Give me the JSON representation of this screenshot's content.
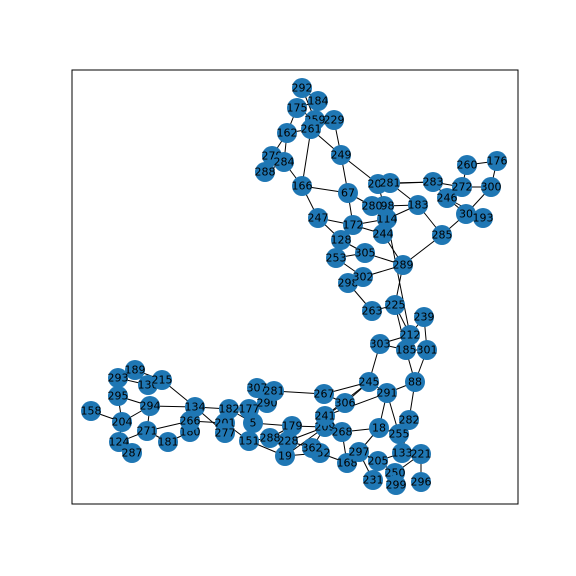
{
  "graph": {
    "node_color": "#1f77b4",
    "edge_color": "#000000",
    "nodes": [
      "292",
      "184",
      "175",
      "259",
      "229",
      "162",
      "261",
      "279",
      "284",
      "288",
      "249",
      "166",
      "67",
      "208",
      "281",
      "283",
      "260",
      "176",
      "272",
      "300",
      "246",
      "30",
      "193",
      "280",
      "198",
      "183",
      "247",
      "172",
      "114",
      "128",
      "244",
      "285",
      "305",
      "253",
      "289",
      "302",
      "298",
      "263",
      "225",
      "239",
      "212",
      "303",
      "185",
      "301",
      "189",
      "215",
      "293",
      "136",
      "295",
      "294",
      "158",
      "134",
      "307",
      "281b",
      "267",
      "245",
      "88",
      "182",
      "177",
      "290",
      "306",
      "204",
      "266",
      "180",
      "201",
      "291",
      "5",
      "241",
      "282",
      "124",
      "271",
      "181",
      "277",
      "151",
      "288b",
      "179",
      "228",
      "209",
      "268",
      "18",
      "255",
      "362",
      "252",
      "19",
      "297",
      "133",
      "221",
      "168",
      "205",
      "250",
      "231",
      "299",
      "296"
    ],
    "labels": {
      "292": "292",
      "184": "184",
      "175": "175",
      "259": "259",
      "229": "229",
      "162": "162",
      "261": "261",
      "279": "279",
      "284": "284",
      "288": "288",
      "249": "249",
      "166": "166",
      "67": "67",
      "208": "208",
      "281": "281",
      "283": "283",
      "260": "260",
      "176": "176",
      "272": "272",
      "300": "300",
      "246": "246",
      "30": "30",
      "193": "193",
      "280": "280",
      "198": "198",
      "183": "183",
      "247": "247",
      "172": "172",
      "114": "114",
      "128": "128",
      "244": "244",
      "285": "285",
      "305": "305",
      "253": "253",
      "289": "289",
      "302": "302",
      "298": "298",
      "263": "263",
      "225": "225",
      "239": "239",
      "212": "212",
      "303": "303",
      "185": "185",
      "301": "301",
      "189": "189",
      "215": "215",
      "293": "293",
      "136": "136",
      "295": "295",
      "294": "294",
      "158": "158",
      "134": "134",
      "307": "307",
      "281b": "281",
      "267": "267",
      "245": "245",
      "88": "88",
      "182": "182",
      "177": "177",
      "290": "290",
      "306": "306",
      "204": "204",
      "266": "266",
      "180": "180",
      "201": "201",
      "291": "291",
      "5": "5",
      "241": "241",
      "282": "282",
      "124": "124",
      "271": "271",
      "181": "181",
      "277": "277",
      "151": "151",
      "288b": "288",
      "179": "179",
      "228": "228",
      "209": "209",
      "268": "268",
      "18": "18",
      "255": "255",
      "362": "362",
      "252": "252",
      "19": "19",
      "297": "297",
      "133": "133",
      "221": "221",
      "168": "168",
      "205": "205",
      "250": "250",
      "231": "231",
      "299": "299",
      "296": "296"
    },
    "edges": [
      [
        "292",
        "184"
      ],
      [
        "292",
        "259"
      ],
      [
        "184",
        "259"
      ],
      [
        "175",
        "259"
      ],
      [
        "175",
        "162"
      ],
      [
        "175",
        "184"
      ],
      [
        "259",
        "229"
      ],
      [
        "259",
        "261"
      ],
      [
        "229",
        "261"
      ],
      [
        "229",
        "249"
      ],
      [
        "261",
        "162"
      ],
      [
        "261",
        "249"
      ],
      [
        "162",
        "279"
      ],
      [
        "162",
        "284"
      ],
      [
        "279",
        "284"
      ],
      [
        "279",
        "288"
      ],
      [
        "284",
        "288"
      ],
      [
        "284",
        "166"
      ],
      [
        "166",
        "247"
      ],
      [
        "166",
        "67"
      ],
      [
        "166",
        "261"
      ],
      [
        "249",
        "67"
      ],
      [
        "249",
        "208"
      ],
      [
        "67",
        "280"
      ],
      [
        "67",
        "172"
      ],
      [
        "208",
        "281"
      ],
      [
        "208",
        "198"
      ],
      [
        "208",
        "283"
      ],
      [
        "281",
        "283"
      ],
      [
        "281",
        "183"
      ],
      [
        "283",
        "272"
      ],
      [
        "283",
        "246"
      ],
      [
        "260",
        "176"
      ],
      [
        "260",
        "272"
      ],
      [
        "176",
        "300"
      ],
      [
        "272",
        "300"
      ],
      [
        "272",
        "246"
      ],
      [
        "246",
        "30"
      ],
      [
        "246",
        "193"
      ],
      [
        "30",
        "193"
      ],
      [
        "30",
        "285"
      ],
      [
        "300",
        "30"
      ],
      [
        "280",
        "198"
      ],
      [
        "198",
        "114"
      ],
      [
        "198",
        "183"
      ],
      [
        "183",
        "285"
      ],
      [
        "183",
        "114"
      ],
      [
        "247",
        "172"
      ],
      [
        "247",
        "128"
      ],
      [
        "172",
        "114"
      ],
      [
        "172",
        "128"
      ],
      [
        "172",
        "244"
      ],
      [
        "114",
        "244"
      ],
      [
        "244",
        "289"
      ],
      [
        "128",
        "253"
      ],
      [
        "128",
        "305"
      ],
      [
        "305",
        "289"
      ],
      [
        "305",
        "253"
      ],
      [
        "253",
        "302"
      ],
      [
        "302",
        "298"
      ],
      [
        "302",
        "289"
      ],
      [
        "298",
        "263"
      ],
      [
        "263",
        "225"
      ],
      [
        "289",
        "225"
      ],
      [
        "285",
        "289"
      ],
      [
        "114",
        "212"
      ],
      [
        "225",
        "212"
      ],
      [
        "225",
        "185"
      ],
      [
        "239",
        "212"
      ],
      [
        "212",
        "303"
      ],
      [
        "212",
        "185"
      ],
      [
        "185",
        "301"
      ],
      [
        "239",
        "301"
      ],
      [
        "303",
        "245"
      ],
      [
        "303",
        "185"
      ],
      [
        "185",
        "88"
      ],
      [
        "301",
        "88"
      ],
      [
        "88",
        "291"
      ],
      [
        "88",
        "282"
      ],
      [
        "245",
        "291"
      ],
      [
        "245",
        "267"
      ],
      [
        "245",
        "306"
      ],
      [
        "245",
        "241"
      ],
      [
        "267",
        "281b"
      ],
      [
        "267",
        "306"
      ],
      [
        "281b",
        "307"
      ],
      [
        "281b",
        "290"
      ],
      [
        "307",
        "290"
      ],
      [
        "290",
        "177"
      ],
      [
        "177",
        "182"
      ],
      [
        "182",
        "134"
      ],
      [
        "182",
        "201"
      ],
      [
        "182",
        "5"
      ],
      [
        "134",
        "215"
      ],
      [
        "134",
        "266"
      ],
      [
        "134",
        "294"
      ],
      [
        "134",
        "277"
      ],
      [
        "215",
        "136"
      ],
      [
        "215",
        "189"
      ],
      [
        "136",
        "293"
      ],
      [
        "136",
        "189"
      ],
      [
        "293",
        "295"
      ],
      [
        "293",
        "189"
      ],
      [
        "295",
        "294"
      ],
      [
        "295",
        "204"
      ],
      [
        "294",
        "204"
      ],
      [
        "294",
        "271"
      ],
      [
        "158",
        "204"
      ],
      [
        "204",
        "124"
      ],
      [
        "124",
        "271"
      ],
      [
        "124",
        "287"
      ],
      [
        "271",
        "181"
      ],
      [
        "271",
        "266"
      ],
      [
        "181",
        "180"
      ],
      [
        "180",
        "266"
      ],
      [
        "266",
        "201"
      ],
      [
        "201",
        "277"
      ],
      [
        "201",
        "151"
      ],
      [
        "177",
        "5"
      ],
      [
        "5",
        "151"
      ],
      [
        "5",
        "179"
      ],
      [
        "151",
        "288b"
      ],
      [
        "151",
        "19"
      ],
      [
        "288b",
        "228"
      ],
      [
        "288b",
        "179"
      ],
      [
        "179",
        "228"
      ],
      [
        "179",
        "209"
      ],
      [
        "228",
        "209"
      ],
      [
        "228",
        "362"
      ],
      [
        "209",
        "241"
      ],
      [
        "209",
        "268"
      ],
      [
        "241",
        "306"
      ],
      [
        "241",
        "268"
      ],
      [
        "268",
        "18"
      ],
      [
        "18",
        "255"
      ],
      [
        "18",
        "297"
      ],
      [
        "18",
        "291"
      ],
      [
        "255",
        "282"
      ],
      [
        "255",
        "133"
      ],
      [
        "282",
        "133"
      ],
      [
        "133",
        "221"
      ],
      [
        "221",
        "296"
      ],
      [
        "221",
        "250"
      ],
      [
        "250",
        "299"
      ],
      [
        "250",
        "205"
      ],
      [
        "205",
        "297"
      ],
      [
        "205",
        "231"
      ],
      [
        "231",
        "297"
      ],
      [
        "297",
        "168"
      ],
      [
        "168",
        "252"
      ],
      [
        "252",
        "362"
      ],
      [
        "252",
        "19"
      ],
      [
        "19",
        "209"
      ],
      [
        "362",
        "209"
      ],
      [
        "291",
        "255"
      ],
      [
        "291",
        "241"
      ],
      [
        "133",
        "205"
      ],
      [
        "168",
        "268"
      ]
    ]
  }
}
